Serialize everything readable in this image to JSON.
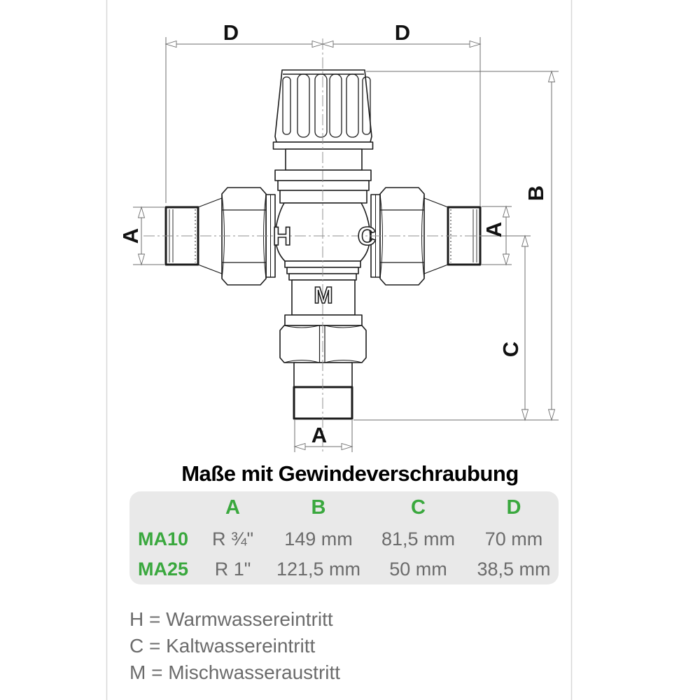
{
  "title": "Maße mit Gewindeverschraubung",
  "diagram": {
    "dims": {
      "d_left": "D",
      "d_right": "D",
      "b": "B",
      "c": "C",
      "a_left": "A",
      "a_right": "A",
      "a_bottom": "A"
    },
    "ports": {
      "hot": "H",
      "cold": "C",
      "mixed": "M"
    }
  },
  "table": {
    "col_headers": [
      "A",
      "B",
      "C",
      "D"
    ],
    "rows": [
      {
        "model": "MA10",
        "A": "R ¾\"",
        "B": "149 mm",
        "C": "81,5 mm",
        "D": "70 mm"
      },
      {
        "model": "MA25",
        "A": "R 1\"",
        "B": "121,5 mm",
        "C": "50 mm",
        "D": "38,5 mm"
      }
    ]
  },
  "legend": {
    "items": [
      {
        "label": "H = Warmwassereintritt"
      },
      {
        "label": "C = Kaltwassereintritt"
      },
      {
        "label": "M = Mischwasseraustritt"
      }
    ]
  },
  "colors": {
    "green": "#3aa83e",
    "text_gray": "#6b6b6b",
    "table_bg": "#e9e9e9",
    "line_black": "#1b1b1b",
    "dim_gray": "#6e6e6e"
  }
}
